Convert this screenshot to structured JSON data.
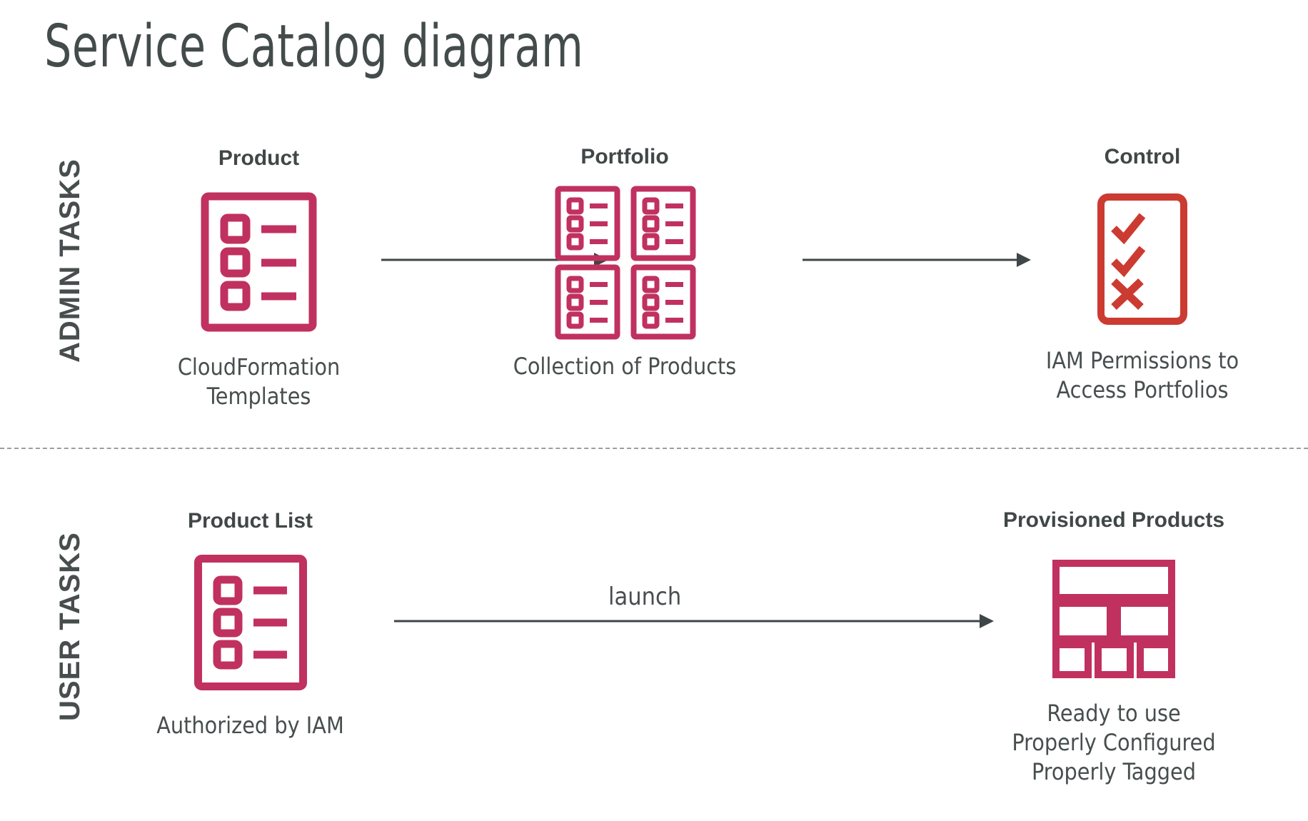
{
  "page": {
    "title": "Service Catalog diagram",
    "background": "#FFFFFF"
  },
  "colors": {
    "text_dark": "#414747",
    "crimson": "#C03160",
    "red": "#CC3B31",
    "arrow": "#3F4647",
    "divider": "#9A9F9F"
  },
  "lanes": [
    {
      "id": "admin",
      "label": "ADMIN TASKS"
    },
    {
      "id": "user",
      "label": "USER TASKS"
    }
  ],
  "admin_row": {
    "nodes": [
      {
        "id": "product",
        "title": "Product",
        "icon": "product-list-document-icon",
        "caption": "CloudFormation\nTemplates",
        "caption_line1": "CloudFormation",
        "caption_line2": "Templates"
      },
      {
        "id": "portfolio",
        "title": "Portfolio",
        "icon": "portfolio-grid-icon",
        "caption": "Collection of Products",
        "caption_line1": "Collection of Products",
        "caption_line2": ""
      },
      {
        "id": "control",
        "title": "Control",
        "icon": "checklist-approve-reject-icon",
        "caption": "IAM Permissions to\nAccess Portfolios",
        "caption_line1": "IAM Permissions to",
        "caption_line2": "Access Portfolios"
      }
    ],
    "arrows": [
      {
        "id": "product-to-portfolio",
        "label": ""
      },
      {
        "id": "portfolio-to-control",
        "label": ""
      }
    ]
  },
  "user_row": {
    "nodes": [
      {
        "id": "product-list",
        "title": "Product List",
        "icon": "product-list-document-icon",
        "caption": "Authorized by IAM",
        "caption_line1": "Authorized by IAM",
        "caption_line2": "",
        "caption_line3": ""
      },
      {
        "id": "provisioned-products",
        "title": "Provisioned Products",
        "icon": "provisioned-blocks-icon",
        "caption": "Ready to use\nProperly Configured\nProperly Tagged",
        "caption_line1": "Ready to use",
        "caption_line2": "Properly Configured",
        "caption_line3": "Properly Tagged"
      }
    ],
    "arrows": [
      {
        "id": "launch-arrow",
        "label": "launch"
      }
    ]
  }
}
